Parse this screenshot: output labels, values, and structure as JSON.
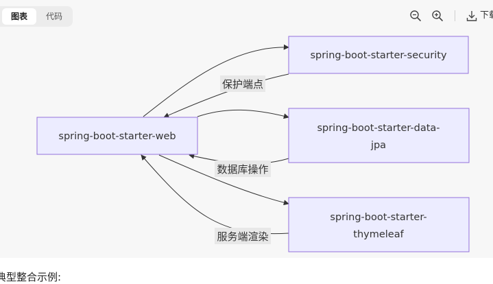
{
  "toolbar": {
    "tabs": [
      {
        "label": "图表",
        "active": true
      },
      {
        "label": "代码",
        "active": false
      }
    ],
    "zoom_out_icon": "zoom-out-icon",
    "zoom_in_icon": "zoom-in-icon",
    "download_icon": "download-icon",
    "download_label": "下载"
  },
  "diagram": {
    "nodes": {
      "web": {
        "lines": [
          "spring-boot-starter-web"
        ]
      },
      "security": {
        "lines": [
          "spring-boot-starter-security"
        ]
      },
      "data_jpa": {
        "lines": [
          "spring-boot-starter-data-",
          "jpa"
        ]
      },
      "thymeleaf": {
        "lines": [
          "spring-boot-starter-",
          "thymeleaf"
        ]
      }
    },
    "edge_labels": {
      "security": "保护端点",
      "data_jpa": "数据库操作",
      "thymeleaf": "服务端渲染"
    }
  },
  "caption": "典型整合示例:",
  "colors": {
    "node_fill": "#ececff",
    "node_stroke": "#9370db",
    "panel_background": "#f7f7f7",
    "label_background": "#e8e8e8"
  }
}
